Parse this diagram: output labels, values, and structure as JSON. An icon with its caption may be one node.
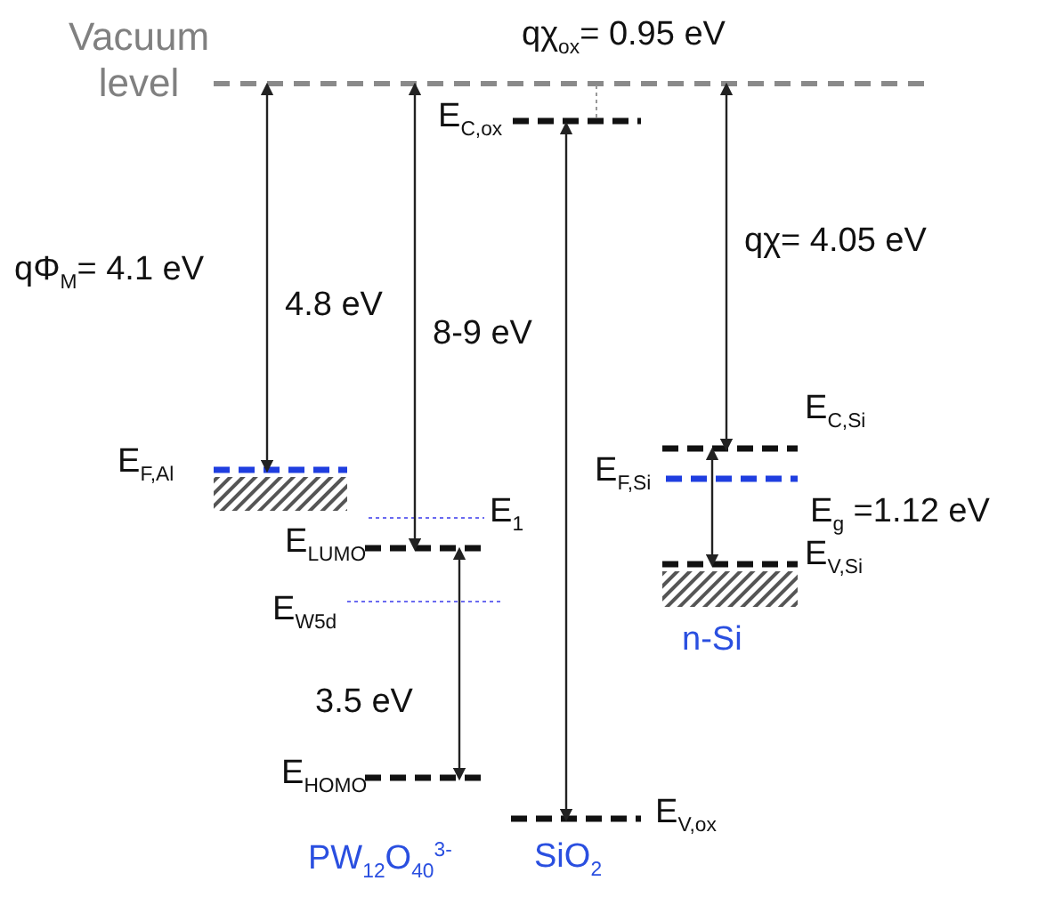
{
  "diagram": {
    "labels": [
      "Vacuum level",
      "qχ$_{ox}$= 0.95 eV",
      "E$_{C,ox}$",
      "qΦ$_{M}$= 4.1 eV",
      "4.8 eV",
      "8-9 eV",
      "qχ= 4.05 eV",
      "E$_{C,Si}$",
      "E$_{F,Al}$",
      "E$_{F,Si}$",
      "E$_{1}$",
      "E$_{g}$ =1.12 eV",
      "E$_{LUMO}$",
      "E$_{V,Si}$",
      "E$_{W5d}$",
      "n-Si",
      "3.5 eV",
      "E$_{HOMO}$",
      "E$_{V,ox}$",
      "PW$_{12}$O$_{40}$$^{3-}$",
      "SiO$_{2}$"
    ]
  }
}
